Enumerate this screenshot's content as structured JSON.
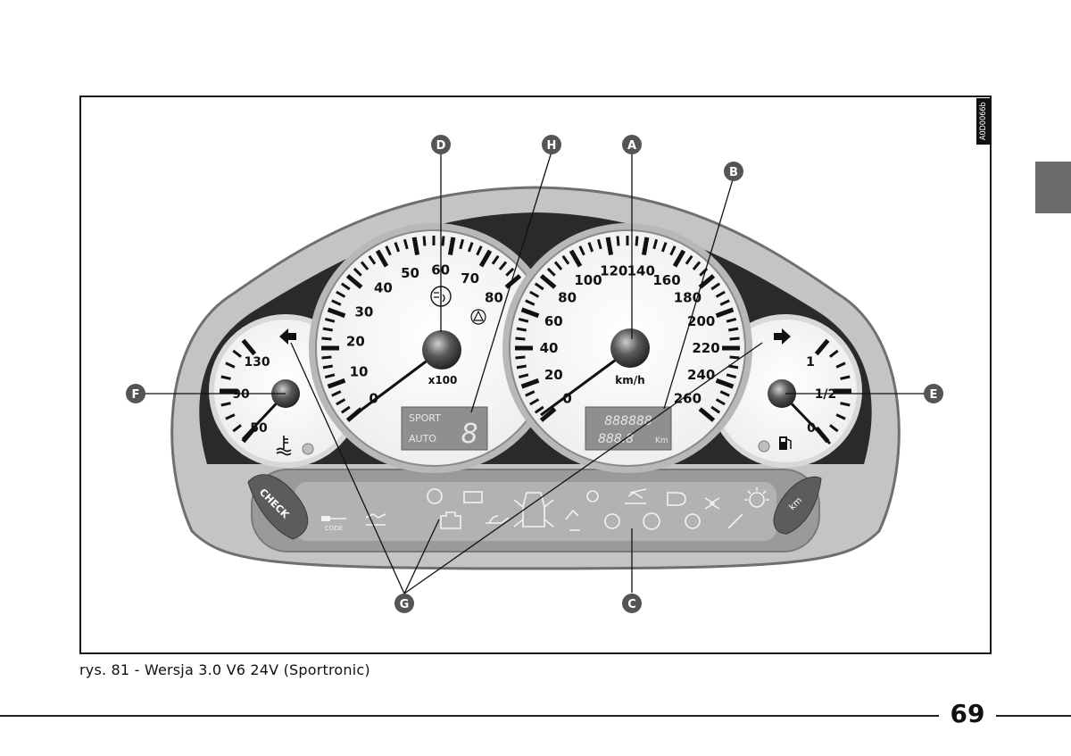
{
  "figure": {
    "code": "A0D0066b",
    "callouts": [
      "A",
      "B",
      "C",
      "D",
      "E",
      "F",
      "G",
      "H"
    ],
    "tacho": {
      "ticks": [
        "0",
        "10",
        "20",
        "30",
        "40",
        "50",
        "60",
        "70",
        "80"
      ],
      "unit": "x100"
    },
    "speedo": {
      "ticks": [
        "0",
        "20",
        "40",
        "60",
        "80",
        "100",
        "120",
        "140",
        "160",
        "180",
        "200",
        "220",
        "240",
        "260"
      ],
      "unit": "km/h"
    },
    "temp": {
      "ticks": [
        "50",
        "90",
        "130"
      ]
    },
    "fuel": {
      "ticks": [
        "0",
        "1/2",
        "1"
      ]
    },
    "gear_display": {
      "sport": "SPORT",
      "auto": "AUTO",
      "gear": "8"
    },
    "odo_display": {
      "top": "888888",
      "bottom": "888.8",
      "unit": "Km"
    },
    "check_label": "CHECK",
    "code_label": "CODE",
    "trip_label": "km",
    "warning_icons": [
      "immobilizer-code-icon",
      "low-oil-level-icon",
      "speed-sensor-icon",
      "engine-check-icon",
      "battery-icon",
      "oil-pressure-icon",
      "door-open-icon",
      "airbag-icon",
      "seatbelt-icon",
      "washer-fluid-icon",
      "abs-icon",
      "brake-icon",
      "low-beam-icon",
      "brake-pad-icon",
      "front-fog-icon",
      "glow-plug-icon",
      "rear-fog-icon"
    ]
  },
  "caption": "rys. 81 - Wersja 3.0 V6 24V (Sportronic)",
  "page_number": "69"
}
